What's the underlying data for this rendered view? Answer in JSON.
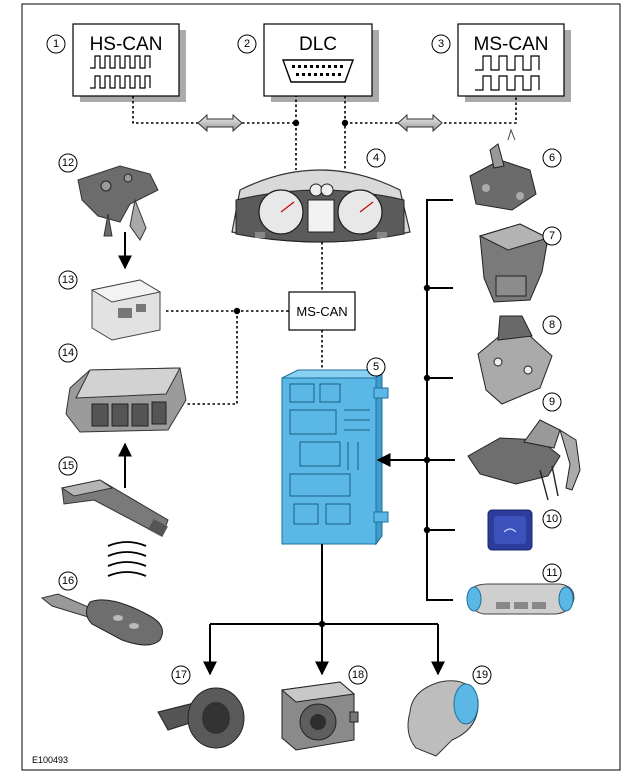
{
  "modules": {
    "hs_can": "HS-CAN",
    "dlc": "DLC",
    "ms_can_top": "MS-CAN",
    "ms_can_mid": "MS-CAN"
  },
  "callouts": [
    "1",
    "2",
    "3",
    "4",
    "5",
    "6",
    "7",
    "8",
    "9",
    "10",
    "11",
    "12",
    "13",
    "14",
    "15",
    "16",
    "17",
    "18",
    "19"
  ],
  "figure_id": "E100493"
}
